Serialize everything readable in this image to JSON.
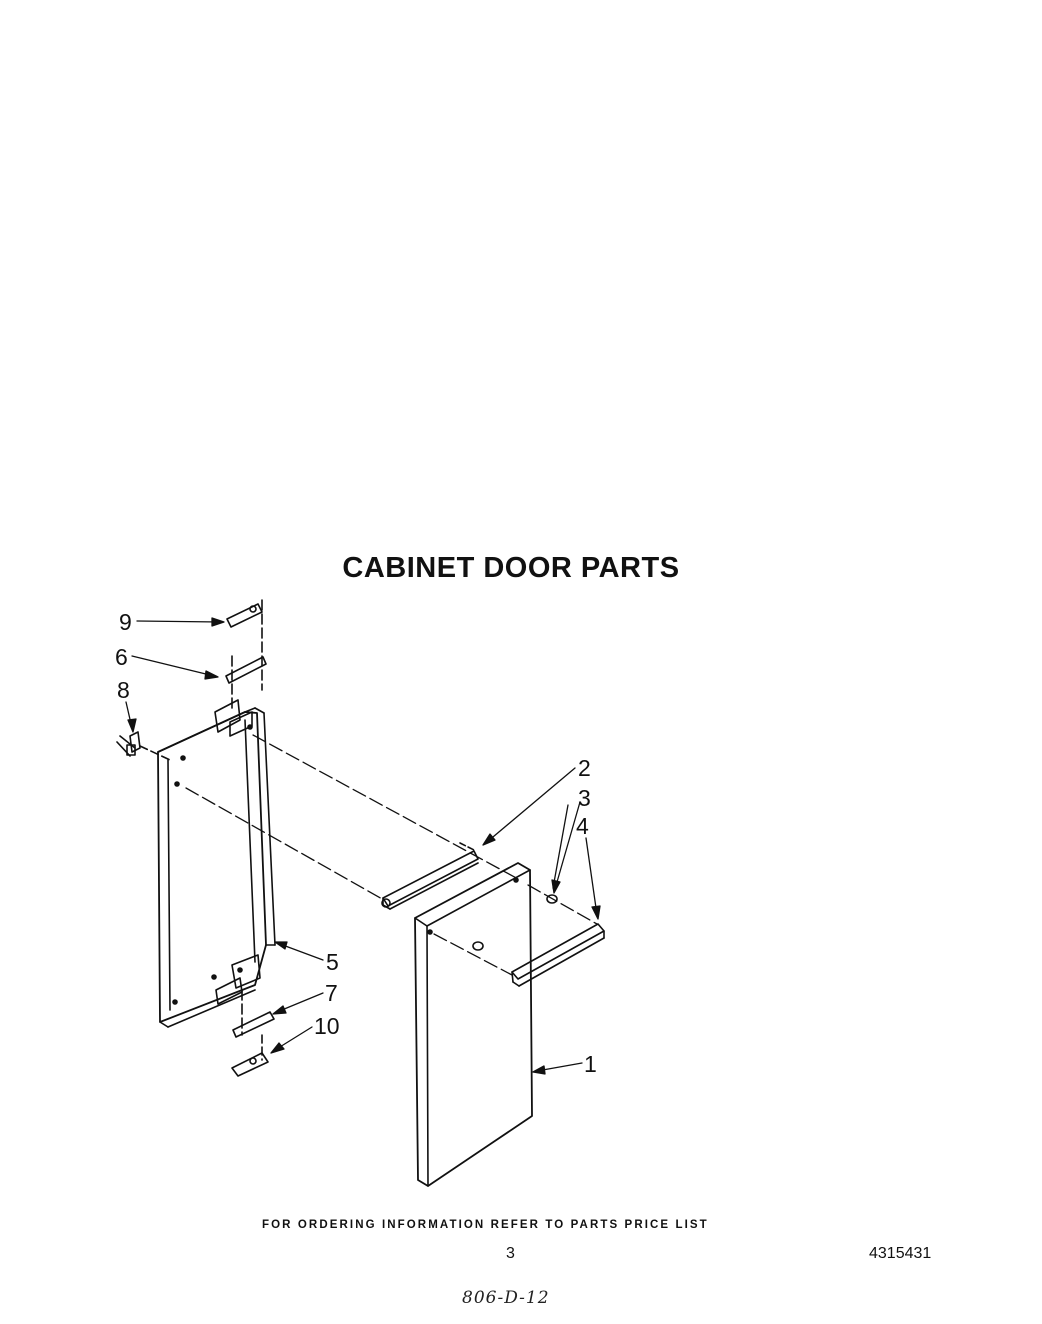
{
  "title": "CABINET DOOR PARTS",
  "callouts": {
    "c1": "1",
    "c2": "2",
    "c3": "3",
    "c4": "4",
    "c5": "5",
    "c6": "6",
    "c7": "7",
    "c8": "8",
    "c9": "9",
    "c10": "10"
  },
  "footer": {
    "ordering_note": "FOR ORDERING INFORMATION REFER TO PARTS PRICE LIST",
    "page_number": "3",
    "doc_number": "4315431",
    "handwritten_code": "806-D-12"
  },
  "colors": {
    "ink": "#111111",
    "paper": "#ffffff"
  }
}
